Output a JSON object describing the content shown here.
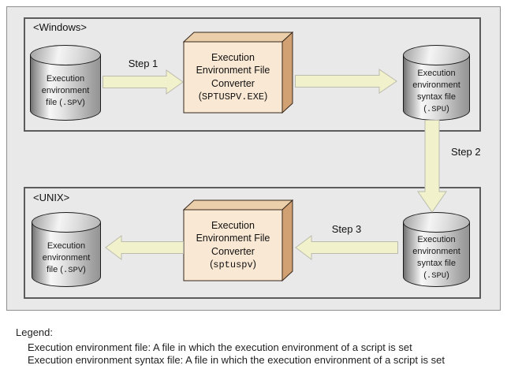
{
  "colors": {
    "panel_bg": "#e9e9e9",
    "box_border": "#5c5c5c",
    "arrow_fill": "#f1f2cb",
    "arrow_border": "#bcbcae",
    "converter_face": "#f9e8d3",
    "converter_top": "#ebcfaa",
    "converter_side": "#d2a173",
    "cylinder_dark": "#6f6f6f",
    "cylinder_light": "#f7f7f7"
  },
  "windows": {
    "label": "<Windows>",
    "source_cylinder": {
      "line1": "Execution",
      "line2": "environment",
      "line3_pre": "file (",
      "line3_ext": ".SPV",
      "line3_post": ")"
    },
    "step1": "Step 1",
    "converter": {
      "line1": "Execution",
      "line2": "Environment File",
      "line3": "Converter",
      "cmd_pre": "(",
      "cmd": "SPTUSPV.EXE",
      "cmd_post": ")"
    },
    "syntax_cylinder": {
      "line1": "Execution",
      "line2": "environment",
      "line3": "syntax file",
      "ext_pre": "(",
      "ext": ".SPU",
      "ext_post": ")"
    }
  },
  "step2": "Step 2",
  "unix": {
    "label": "<UNIX>",
    "target_cylinder": {
      "line1": "Execution",
      "line2": "environment",
      "line3_pre": "file (",
      "line3_ext": ".SPV",
      "line3_post": ")"
    },
    "step3": "Step 3",
    "converter": {
      "line1": "Execution",
      "line2": "Environment File",
      "line3": "Converter",
      "cmd_pre": "(",
      "cmd": "sptuspv",
      "cmd_post": ")"
    },
    "syntax_cylinder": {
      "line1": "Execution",
      "line2": "environment",
      "line3": "syntax file",
      "ext_pre": "(",
      "ext": ".SPU",
      "ext_post": ")"
    }
  },
  "legend": {
    "title": "Legend:",
    "items": [
      "Execution environment file: A file in which the execution environment of a script is set",
      "Execution environment syntax file: A file in which the execution environment of a script is set"
    ]
  }
}
